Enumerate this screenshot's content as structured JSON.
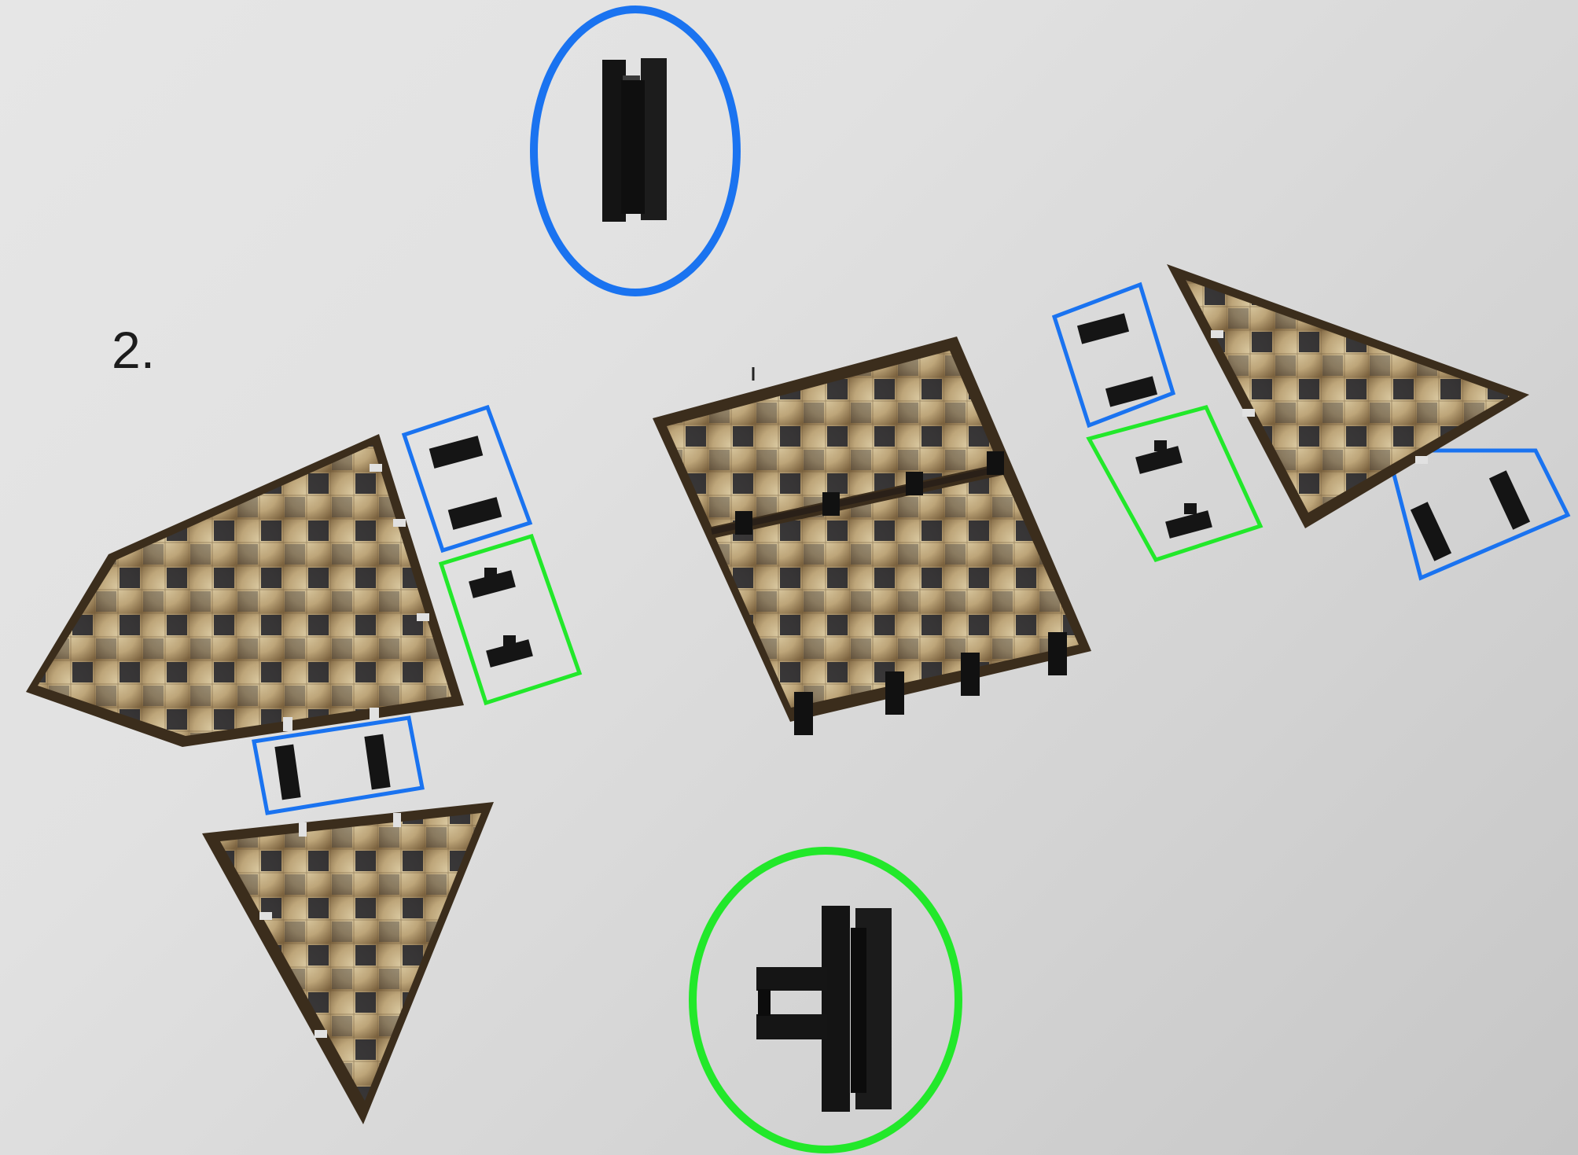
{
  "step": {
    "number": "2."
  },
  "colors": {
    "blue_highlight": "#1a73f0",
    "green_highlight": "#22e82a",
    "connector": "#141414",
    "tile_light": "#c9b487",
    "tile_dark": "#6a5233",
    "tile_border": "#3b2d1c",
    "tile_square": "#2a2a2e"
  },
  "legend": [
    {
      "name": "straight-connector",
      "highlight": "blue"
    },
    {
      "name": "t-connector",
      "highlight": "green"
    }
  ]
}
